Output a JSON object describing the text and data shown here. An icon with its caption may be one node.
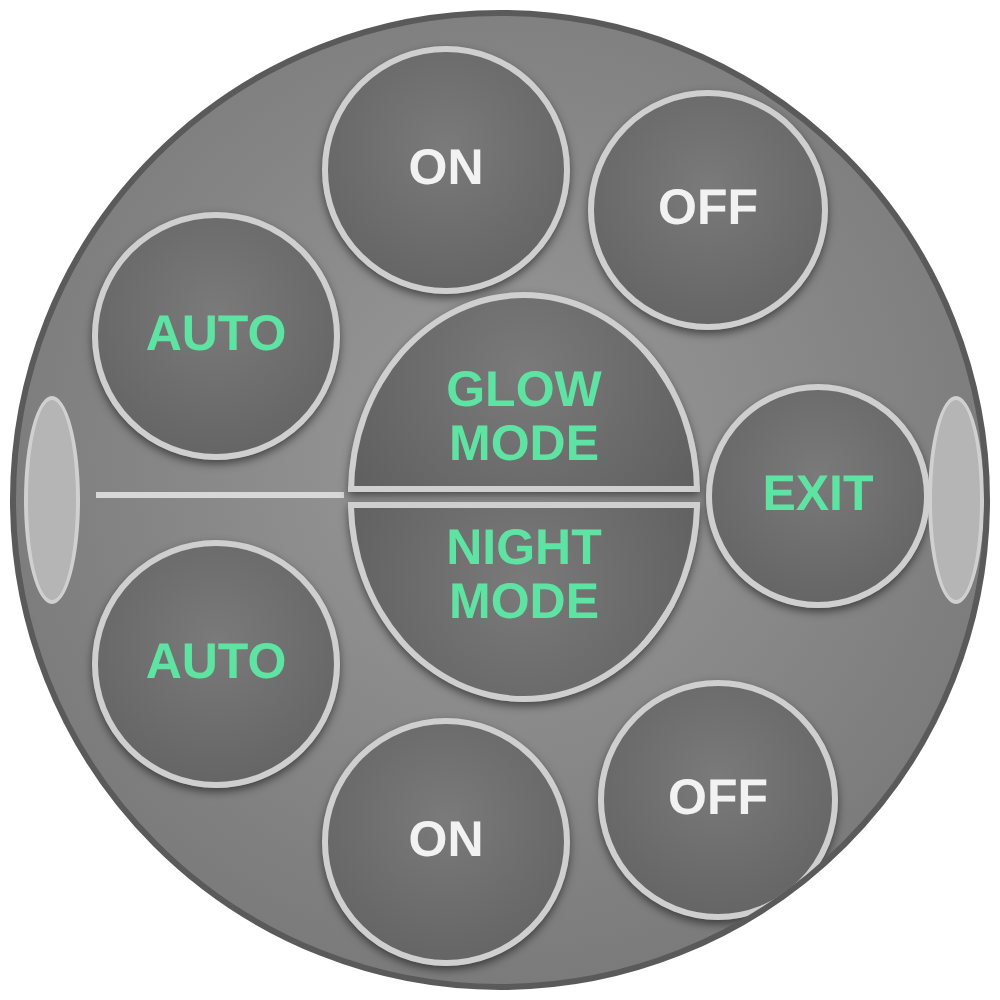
{
  "diagram": {
    "nodes": [
      {
        "text": [],
        "shape": "circle"
      },
      {
        "text": [
          "ON"
        ],
        "in": 0
      },
      {
        "text": [
          "OFF"
        ],
        "in": 0
      },
      {
        "text": [
          "AUTO"
        ],
        "in": 0
      },
      {
        "text": [
          "GLOW MODE"
        ],
        "in": 0
      },
      {
        "text": [
          "EXIT"
        ],
        "in": 0
      },
      {
        "text": [
          "NIGHT MODE"
        ],
        "in": 0
      },
      {
        "text": [
          "AUTO"
        ],
        "in": 0
      },
      {
        "text": [
          "OFF"
        ],
        "in": 0
      },
      {
        "text": [
          "ON"
        ],
        "in": 0
      },
      {
        "text": [],
        "shape": "circle",
        "in": 0
      },
      {
        "text": [],
        "shape": "circle",
        "in": 0
      }
    ]
  }
}
